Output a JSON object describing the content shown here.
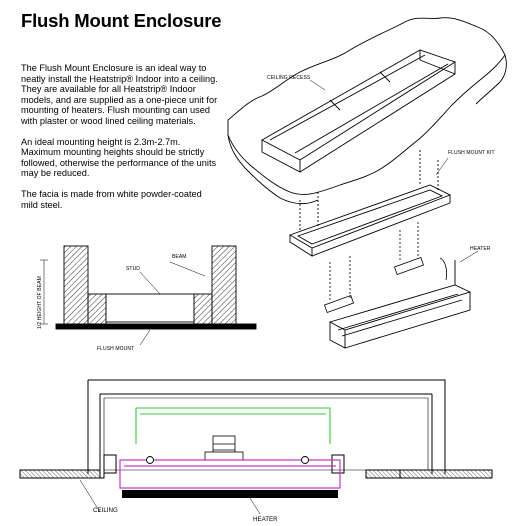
{
  "page": {
    "title": "Flush Mount Enclosure",
    "paragraphs": [
      "The Flush Mount Enclosure is an ideal way to neatly install the Heatstrip® Indoor into a ceiling. They are available for all Heatstrip® Indoor models, and are supplied as a one-piece unit for mounting of heaters. Flush mounting can used with plaster or wood lined ceiling materials.",
      "An ideal mounting height is 2.3m-2.7m. Maximum mounting heights should be strictly followed, otherwise the performance of the units may be reduced.",
      "The facia is made from white powder-coated mild steel."
    ]
  },
  "exploded_view": {
    "ceiling_recess_label": "CEILING RECESS",
    "flush_mount_kit_label": "FLUSH MOUNT KIT",
    "heater_label": "HEATER"
  },
  "section_view": {
    "beam_label": "BEAM",
    "stud_label": "STUD",
    "height_label": "1/2 HEIGHT OF BEAM",
    "flush_mount_label": "FLUSH MOUNT"
  },
  "detail_view": {
    "ceiling_label": "CEILING",
    "heater_label": "HEATER"
  },
  "colors": {
    "line": "#000000",
    "kit_green": "#33cc33",
    "heater_magenta": "#cc33cc",
    "hatch": "#000000"
  }
}
